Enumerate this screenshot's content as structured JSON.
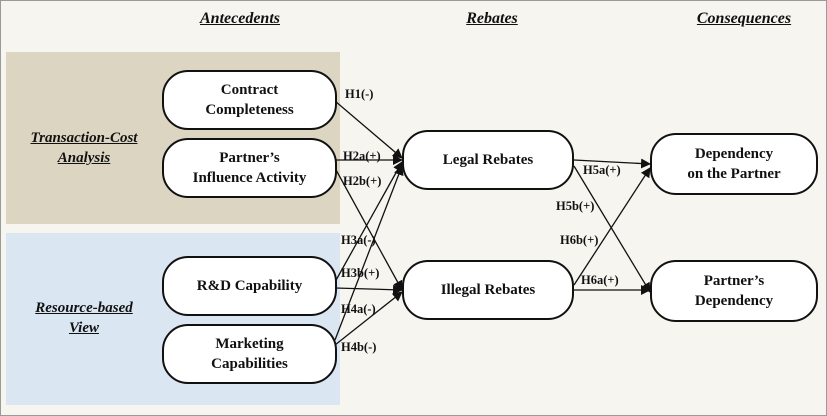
{
  "headers": {
    "antecedents": "Antecedents",
    "rebates": "Rebates",
    "consequences": "Consequences"
  },
  "panels": {
    "transaction_cost": {
      "label_line1": "Transaction-Cost",
      "label_line2": "Analysis",
      "color": "#dcd5c2"
    },
    "resource_based": {
      "label_line1": "Resource-based",
      "label_line2": "View",
      "color": "#dbe6f3"
    }
  },
  "nodes": {
    "contract_completeness": {
      "line1": "Contract",
      "line2": "Completeness"
    },
    "partner_influence": {
      "line1": "Partner’s",
      "line2": "Influence Activity"
    },
    "rd_capability": {
      "line1": "R&D Capability"
    },
    "marketing_capabilities": {
      "line1": "Marketing",
      "line2": "Capabilities"
    },
    "legal_rebates": {
      "line1": "Legal Rebates"
    },
    "illegal_rebates": {
      "line1": "Illegal Rebates"
    },
    "dependency_on_partner": {
      "line1": "Dependency",
      "line2": "on the Partner"
    },
    "partners_dependency": {
      "line1": "Partner’s",
      "line2": "Dependency"
    }
  },
  "hypotheses": {
    "h1": "H1(-)",
    "h2a": "H2a(+)",
    "h2b": "H2b(+)",
    "h3a": "H3a(-)",
    "h3b": "H3b(+)",
    "h4a": "H4a(-)",
    "h4b": "H4b(-)",
    "h5a": "H5a(+)",
    "h5b": "H5b(+)",
    "h6b": "H6b(+)",
    "h6a": "H6a(+)"
  }
}
